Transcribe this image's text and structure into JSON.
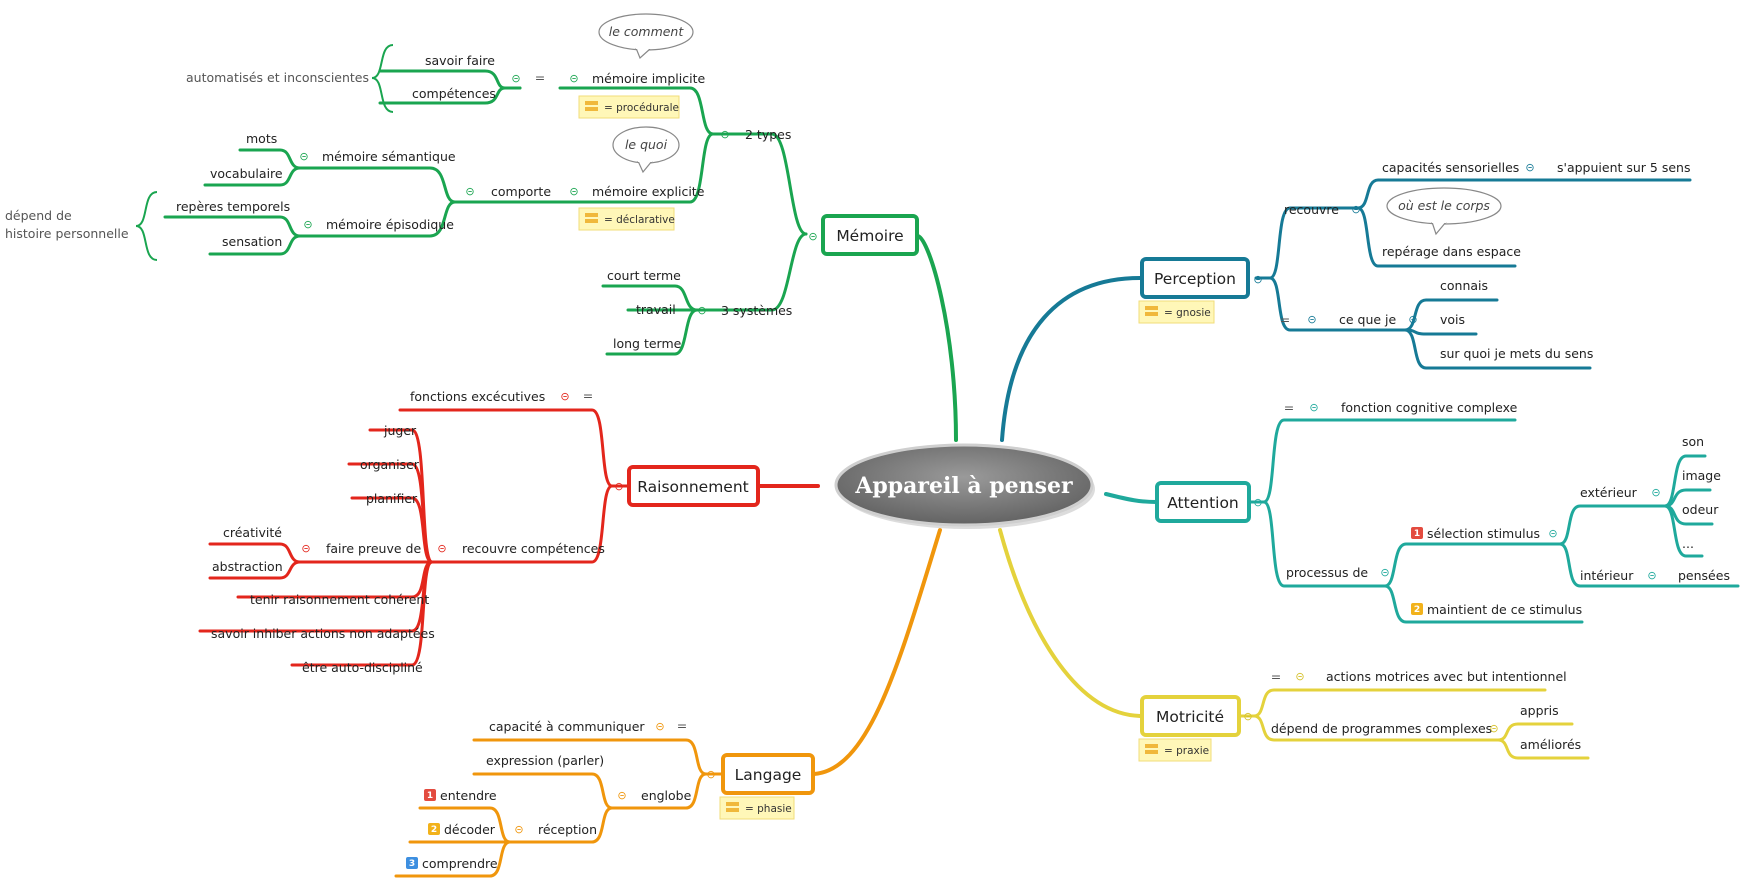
{
  "title": "Appareil à penser",
  "colors": {
    "memoire": "#1aa550",
    "perception": "#167a96",
    "raisonnement": "#e3261c",
    "attention": "#1fa99c",
    "langage": "#f0960c",
    "motricite": "#e4d23c",
    "center": "#7a7a7a",
    "note_bg": "#fff7b8",
    "badge1": "#e34b3f",
    "badge2": "#f2b21b",
    "badge3": "#3d8fe0"
  },
  "topics": {
    "memoire": "Mémoire",
    "perception": "Perception",
    "raisonnement": "Raisonnement",
    "attention": "Attention",
    "langage": "Langage",
    "motricite": "Motricité"
  },
  "notes": {
    "procedurale": "= procédurale",
    "declarative": "= déclarative",
    "gnosie": "= gnosie",
    "phasie": "= phasie",
    "praxie": "= praxie"
  },
  "callouts": {
    "comment": "le comment",
    "quoi": "le quoi",
    "corps": "où est le corps"
  },
  "badges": [
    "1",
    "2",
    "3"
  ],
  "memoire": {
    "deux_types": "2 types",
    "implicite": "mémoire implicite",
    "explicite": "mémoire explicite",
    "eq": "=",
    "savoir_faire": "savoir faire",
    "competences": "compétences",
    "automatises": "automatisés et inconscientes",
    "comporte": "comporte",
    "semantique": "mémoire sémantique",
    "episodique": "mémoire épisodique",
    "mots": "mots",
    "vocabulaire": "vocabulaire",
    "reperes": "repères temporels",
    "sensation": "sensation",
    "depend_de": "dépend de",
    "histoire": "histoire personnelle",
    "trois_systemes": "3 systèmes",
    "court": "court terme",
    "travail": "travail",
    "long": "long terme"
  },
  "raisonnement": {
    "fonctions": "fonctions excécutives",
    "eq": "=",
    "recouvre": "recouvre compétences",
    "juger": "juger",
    "organiser": "organiser",
    "planifier": "planifier",
    "faire_preuve": "faire preuve de",
    "creativite": "créativité",
    "abstraction": "abstraction",
    "tenir": "tenir raisonnement cohérent",
    "inhiber": "savoir inhiber actions non adaptées",
    "discipline": "être auto-discipliné"
  },
  "langage": {
    "capacite": "capacité à communiquer",
    "eq": "=",
    "englobe": "englobe",
    "expression": "expression (parler)",
    "reception": "réception",
    "entendre": "entendre",
    "decoder": "décoder",
    "comprendre": "comprendre"
  },
  "perception": {
    "recouvre": "recouvre",
    "capacites": "capacités sensorielles",
    "sens": "s'appuient sur 5 sens",
    "reperage": "repérage dans espace",
    "eq": "=",
    "ce_que_je": "ce que je",
    "connais": "connais",
    "vois": "vois",
    "sur_quoi": "sur quoi je mets du sens"
  },
  "attention": {
    "eq": "=",
    "fonction": "fonction cognitive complexe",
    "processus": "processus de",
    "selection": "sélection stimulus",
    "maintient": "maintient de ce stimulus",
    "exterieur": "extérieur",
    "interieur": "intérieur",
    "son": "son",
    "image": "image",
    "odeur": "odeur",
    "etc": "...",
    "pensees": "pensées"
  },
  "motricite": {
    "eq": "=",
    "actions": "actions motrices avec but intentionnel",
    "depend": "dépend de programmes complexes",
    "appris": "appris",
    "ameliores": "améliorés"
  }
}
